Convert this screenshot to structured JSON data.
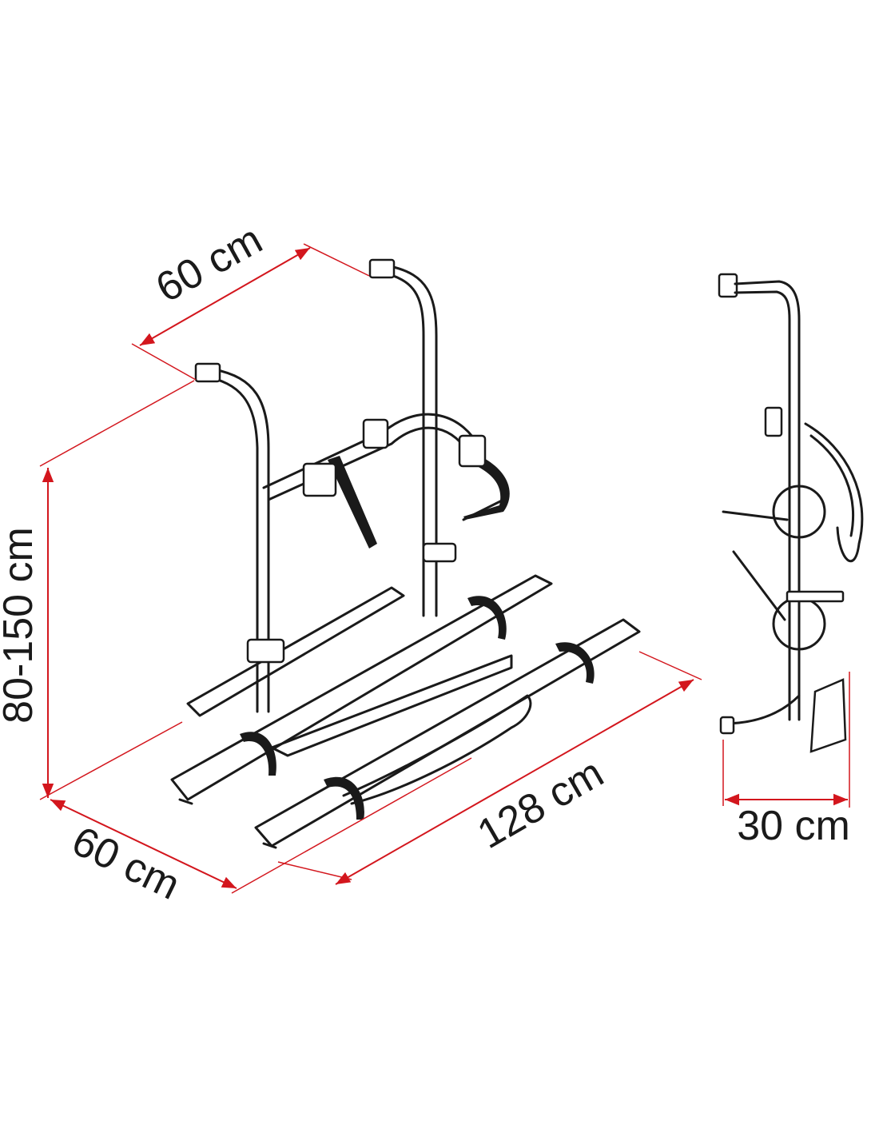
{
  "dimensions": {
    "top_width": "60 cm",
    "height": "80-150 cm",
    "depth": "60 cm",
    "length": "128 cm",
    "side_depth": "30 cm"
  },
  "colors": {
    "dimension_line": "#d3161d",
    "drawing": "#1a1a1a"
  }
}
